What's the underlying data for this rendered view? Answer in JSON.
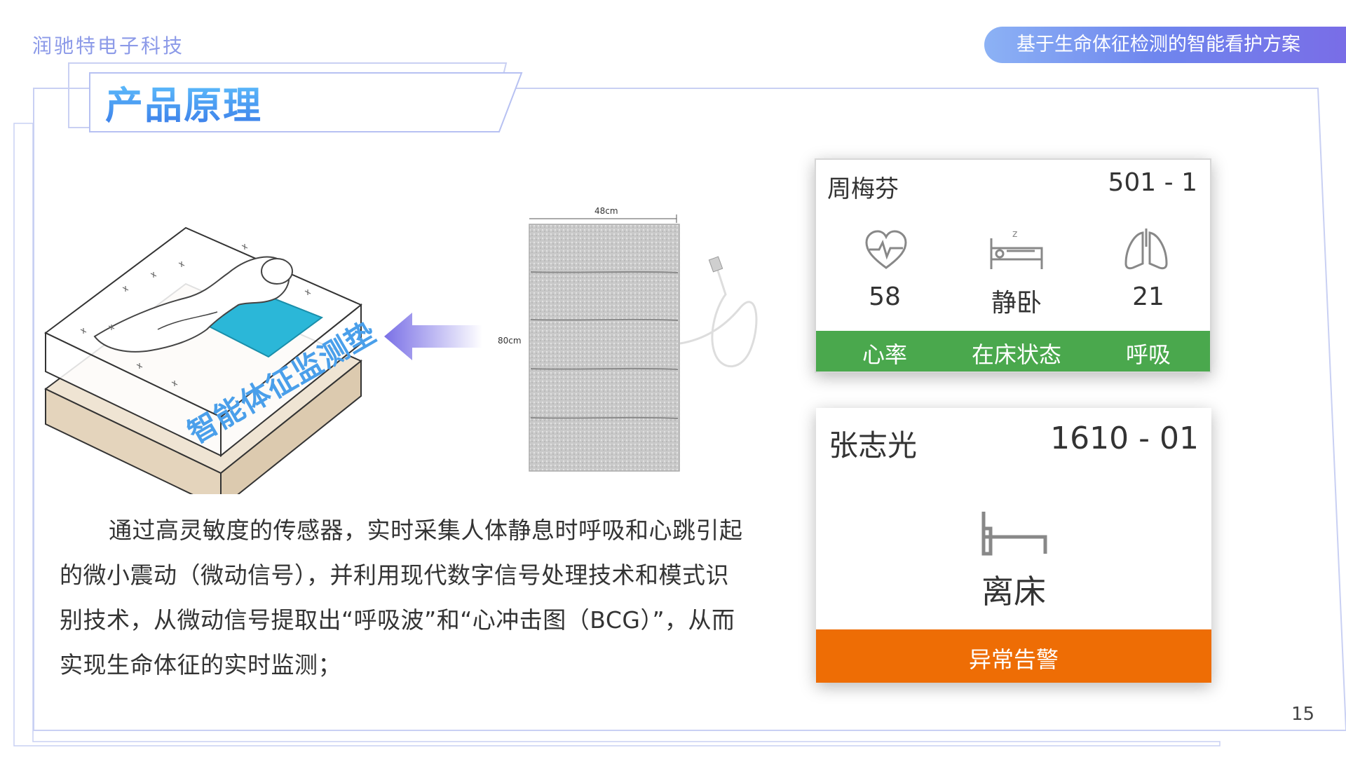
{
  "header": {
    "company": "润驰特电子科技",
    "deck_title": "基于生命体征检测的智能看护方案",
    "section_title": "产品原理"
  },
  "illustration": {
    "bed_label": "智能体征监测垫",
    "pad_width_label": "48cm",
    "pad_height_label": "80cm",
    "arrow_color": "#7a70e6",
    "pad_color": "#2bb7d8"
  },
  "description": "通过高灵敏度的传感器，实时采集人体静息时呼吸和心跳引起的微小震动（微动信号），并利用现代数字信号处理技术和模式识别技术，从微动信号提取出“呼吸波”和“心冲击图（BCG）”，从而实现生命体征的实时监测；",
  "card_normal": {
    "name": "周梅芬",
    "room": "501 - 1",
    "metrics": [
      {
        "icon": "heart-icon",
        "value": "58",
        "label": "心率"
      },
      {
        "icon": "sleeping-bed-icon",
        "value": "静卧",
        "label": "在床状态"
      },
      {
        "icon": "lungs-icon",
        "value": "21",
        "label": "呼吸"
      }
    ],
    "bar_color": "#4aa84d"
  },
  "card_alert": {
    "name": "张志光",
    "room": "1610 - 01",
    "status_icon": "empty-bed-icon",
    "status": "离床",
    "alert_label": "异常告警",
    "bar_color": "#ee6d05"
  },
  "page_number": "15"
}
